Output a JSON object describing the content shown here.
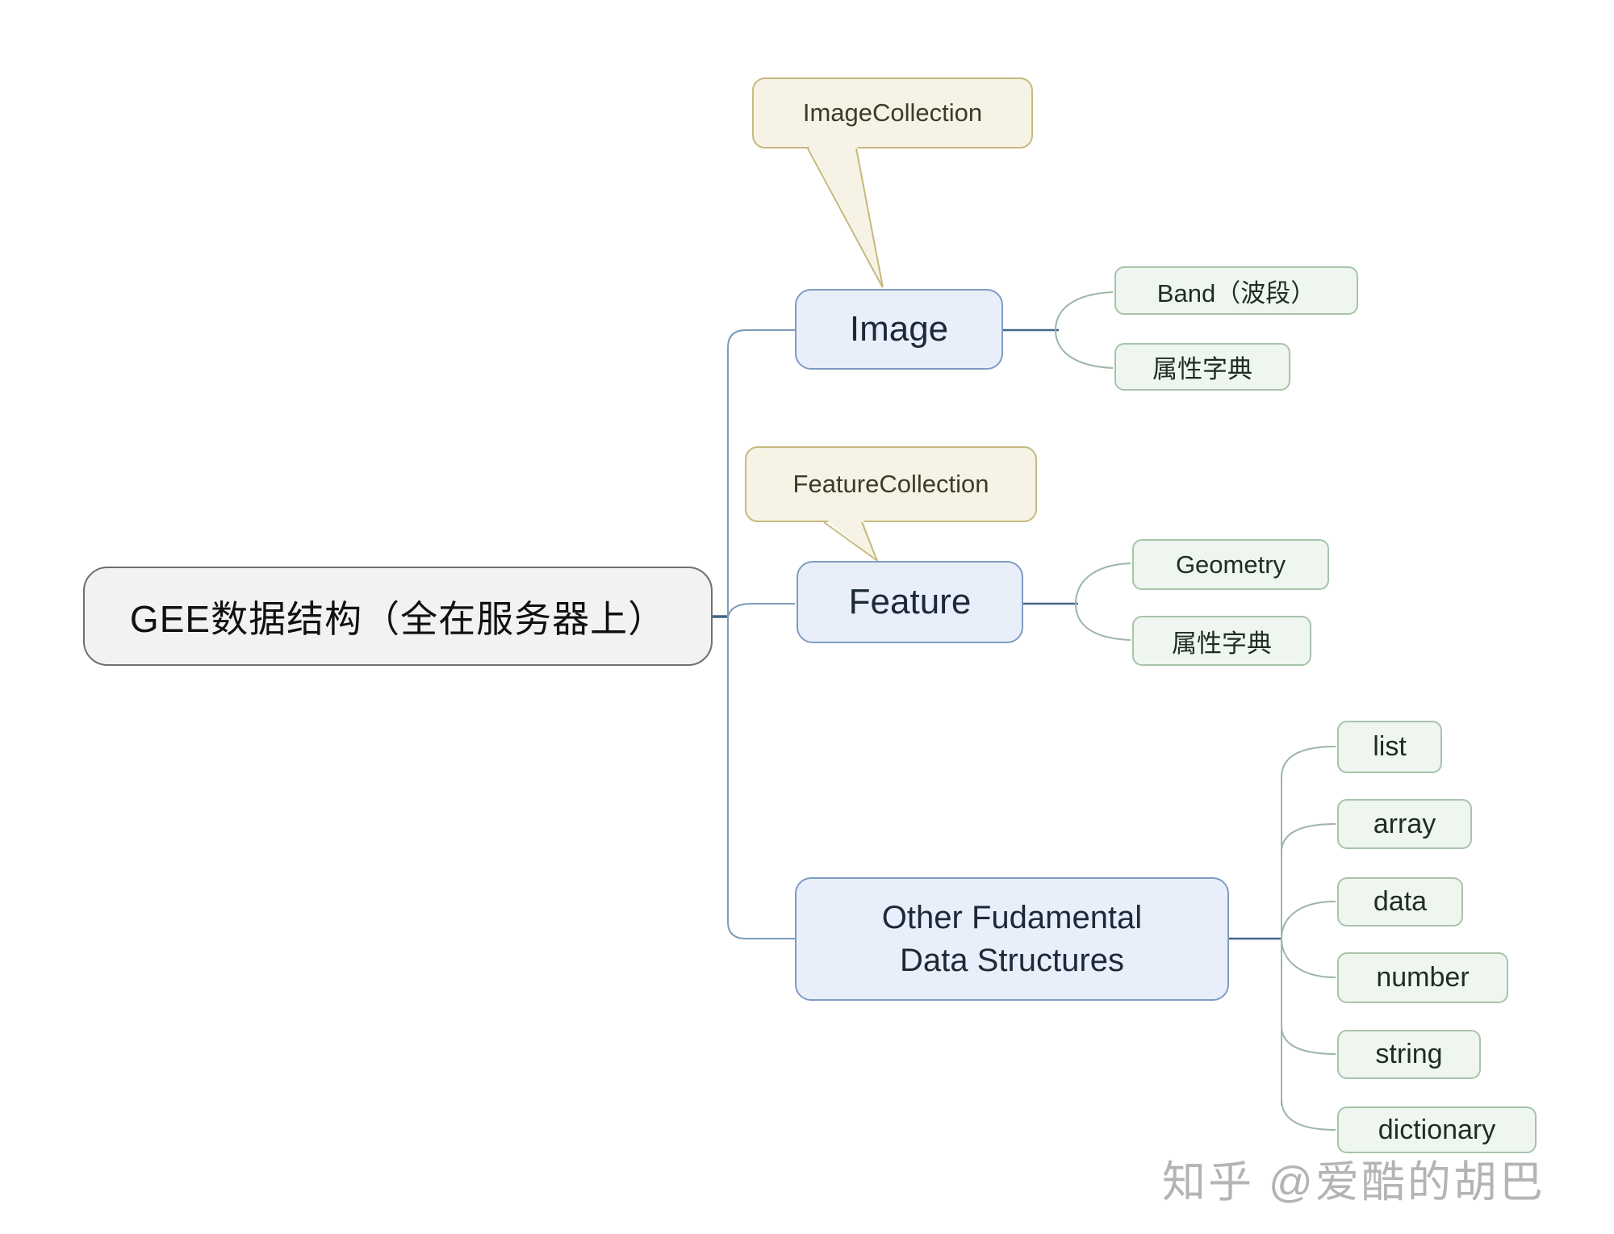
{
  "root": {
    "label": "GEE数据结构（全在服务器上）"
  },
  "branches": {
    "image": {
      "label": "Image",
      "callout": "ImageCollection",
      "children": [
        {
          "label": "Band（波段）"
        },
        {
          "label": "属性字典"
        }
      ]
    },
    "feature": {
      "label": "Feature",
      "callout": "FeatureCollection",
      "children": [
        {
          "label": "Geometry"
        },
        {
          "label": "属性字典"
        }
      ]
    },
    "other": {
      "lines": [
        "Other Fudamental",
        "Data Structures"
      ],
      "children": [
        {
          "label": "list"
        },
        {
          "label": "array"
        },
        {
          "label": "data"
        },
        {
          "label": "number"
        },
        {
          "label": "string"
        },
        {
          "label": "dictionary"
        }
      ]
    }
  },
  "watermark": {
    "text": "知乎 @爱酷的胡巴"
  },
  "colors": {
    "root_fill": "#f2f2f2",
    "root_border": "#6f6f6f",
    "topic_fill": "#e9effa",
    "topic_border": "#7e9cc2",
    "leaf_fill": "#eff6ef",
    "leaf_border": "#a8c3ab",
    "callout_fill": "#f6f3e6",
    "callout_border": "#c7b97e",
    "connector_dark": "#416687",
    "connector_trunk": "#7f9cb8",
    "connector_leaf": "#9db5a7",
    "watermark_gray": "#b4b4b4"
  }
}
